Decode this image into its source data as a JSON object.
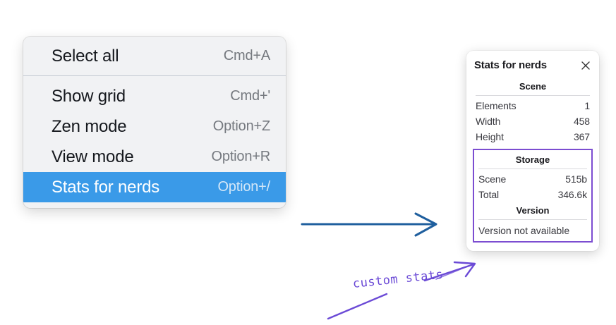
{
  "context_menu": {
    "name": "canvas-context-menu",
    "groups": [
      {
        "items": [
          {
            "label": "Select all",
            "shortcut": "Cmd+A",
            "selected": false
          }
        ]
      },
      {
        "items": [
          {
            "label": "Show grid",
            "shortcut": "Cmd+'",
            "selected": false
          },
          {
            "label": "Zen mode",
            "shortcut": "Option+Z",
            "selected": false
          },
          {
            "label": "View mode",
            "shortcut": "Option+R",
            "selected": false
          },
          {
            "label": "Stats for nerds",
            "shortcut": "Option+/",
            "selected": true
          }
        ]
      }
    ],
    "highlight_color": "#3a9ae8",
    "background_color": "#f1f2f4"
  },
  "stats_panel": {
    "title": "Stats for nerds",
    "close_icon": "close-icon",
    "scene": {
      "heading": "Scene",
      "rows": [
        {
          "key": "Elements",
          "value": "1"
        },
        {
          "key": "Width",
          "value": "458"
        },
        {
          "key": "Height",
          "value": "367"
        }
      ]
    },
    "storage": {
      "heading": "Storage",
      "rows": [
        {
          "key": "Scene",
          "value": "515b"
        },
        {
          "key": "Total",
          "value": "346.6k"
        }
      ]
    },
    "version": {
      "heading": "Version",
      "text": "Version not available"
    },
    "custom_outline_color": "#7c4dd1"
  },
  "annotations": {
    "handwritten_label": "custom stats",
    "handwriting_color": "#6b4ad6",
    "blue_arrow_color": "#1f5f9e"
  }
}
